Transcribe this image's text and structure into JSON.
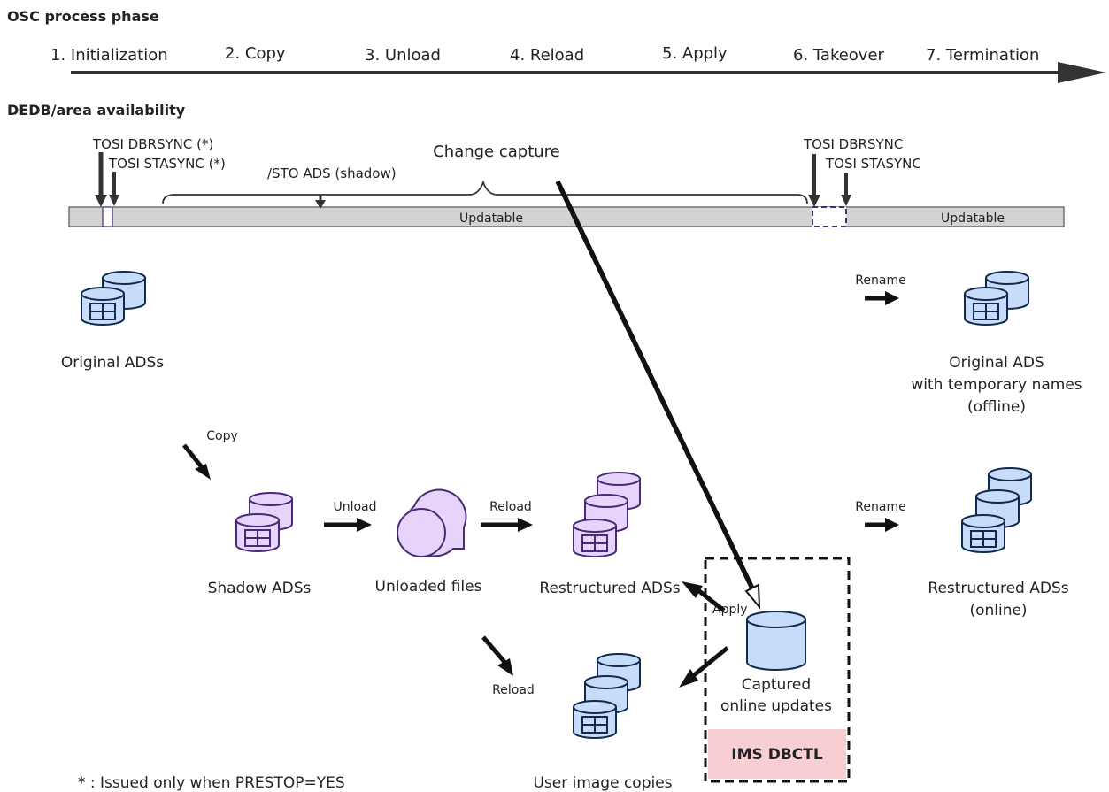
{
  "headings": {
    "process_phase": "OSC process phase",
    "availability": "DEDB/area availability"
  },
  "phases": [
    "1. Initialization",
    "2. Copy",
    "3. Unload",
    "4. Reload",
    "5. Apply",
    "6. Takeover",
    "7. Termination"
  ],
  "bar": {
    "left_label": "Updatable",
    "right_label": "Updatable",
    "fill_color": "#d3d3d3",
    "window_color": "#5b3f8c"
  },
  "annotations": {
    "tosi_dbrsync_start": "TOSI DBRSYNC (*)",
    "tosi_stasync_start": "TOSI STASYNC (*)",
    "sto_ads": "/STO ADS (shadow)",
    "change_capture": "Change capture",
    "tosi_dbrsync_end": "TOSI DBRSYNC",
    "tosi_stasync_end": "TOSI STASYNC"
  },
  "nodes": {
    "original_adss": "Original ADSs",
    "original_temp_line1": "Original ADS",
    "original_temp_line2": "with temporary names",
    "original_temp_line3": "(offline)",
    "shadow_adss": "Shadow ADSs",
    "unloaded_files": "Unloaded files",
    "restructured_adss": "Restructured ADSs",
    "restructured_online_line1": "Restructured ADSs",
    "restructured_online_line2": "(online)",
    "captured_line1": "Captured",
    "captured_line2": "online updates",
    "user_image_copies": "User image copies",
    "ims_dbctl": "IMS DBCTL"
  },
  "actions": {
    "rename_top": "Rename",
    "copy": "Copy",
    "unload": "Unload",
    "reload_top": "Reload",
    "rename_bottom": "Rename",
    "apply": "Apply",
    "reload_bottom": "Reload"
  },
  "footnote": "* : Issued only when PRESTOP=YES",
  "colors": {
    "blue_fill": "#c6dcf8",
    "blue_stroke": "#12294f",
    "purple_fill": "#e6d4fb",
    "purple_stroke": "#4a2a78",
    "ims_fill": "#f7cfd3",
    "arrow": "#222222"
  }
}
